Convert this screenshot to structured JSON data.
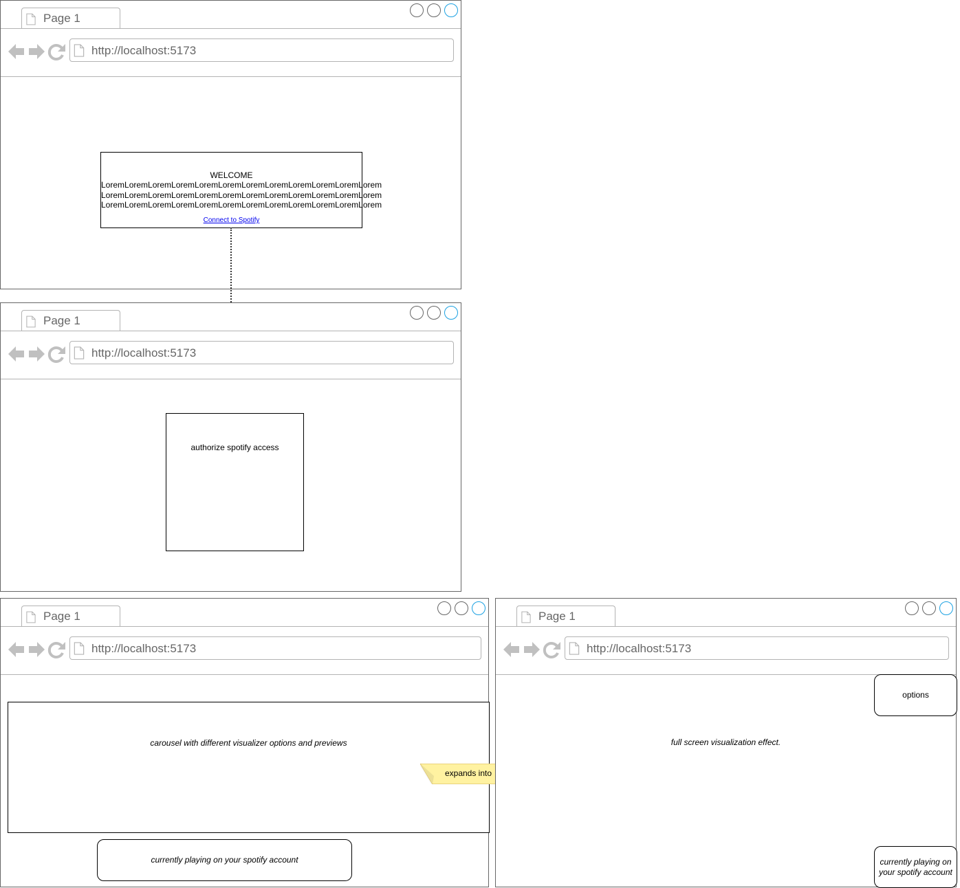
{
  "browser": {
    "tab_label": "Page 1",
    "url": "http://localhost:5173",
    "control_colors": {
      "default": "#666666",
      "active": "#1ba1e2"
    }
  },
  "screen1": {
    "welcome_title": "WELCOME",
    "lorem_lines": [
      "LoremLoremLoremLoremLoremLoremLoremLoremLoremLoremLoremLorem",
      "LoremLoremLoremLoremLoremLoremLoremLoremLoremLoremLoremLorem",
      "LoremLoremLoremLoremLoremLoremLoremLoremLoremLoremLoremLorem"
    ],
    "connect_link": "Connect to Spotify"
  },
  "screen2": {
    "authorize_text": "authorize spotify access"
  },
  "screen3": {
    "carousel_text": "carousel with different visualizer options and previews",
    "now_playing_text": "currently playing on your spotify account",
    "note_text": "expands into",
    "note_color": "#fff2a1"
  },
  "screen4": {
    "viz_text": "full screen visualization effect.",
    "options_label": "options",
    "now_playing_line1": "currently playing on",
    "now_playing_line2": "your spotify account"
  }
}
